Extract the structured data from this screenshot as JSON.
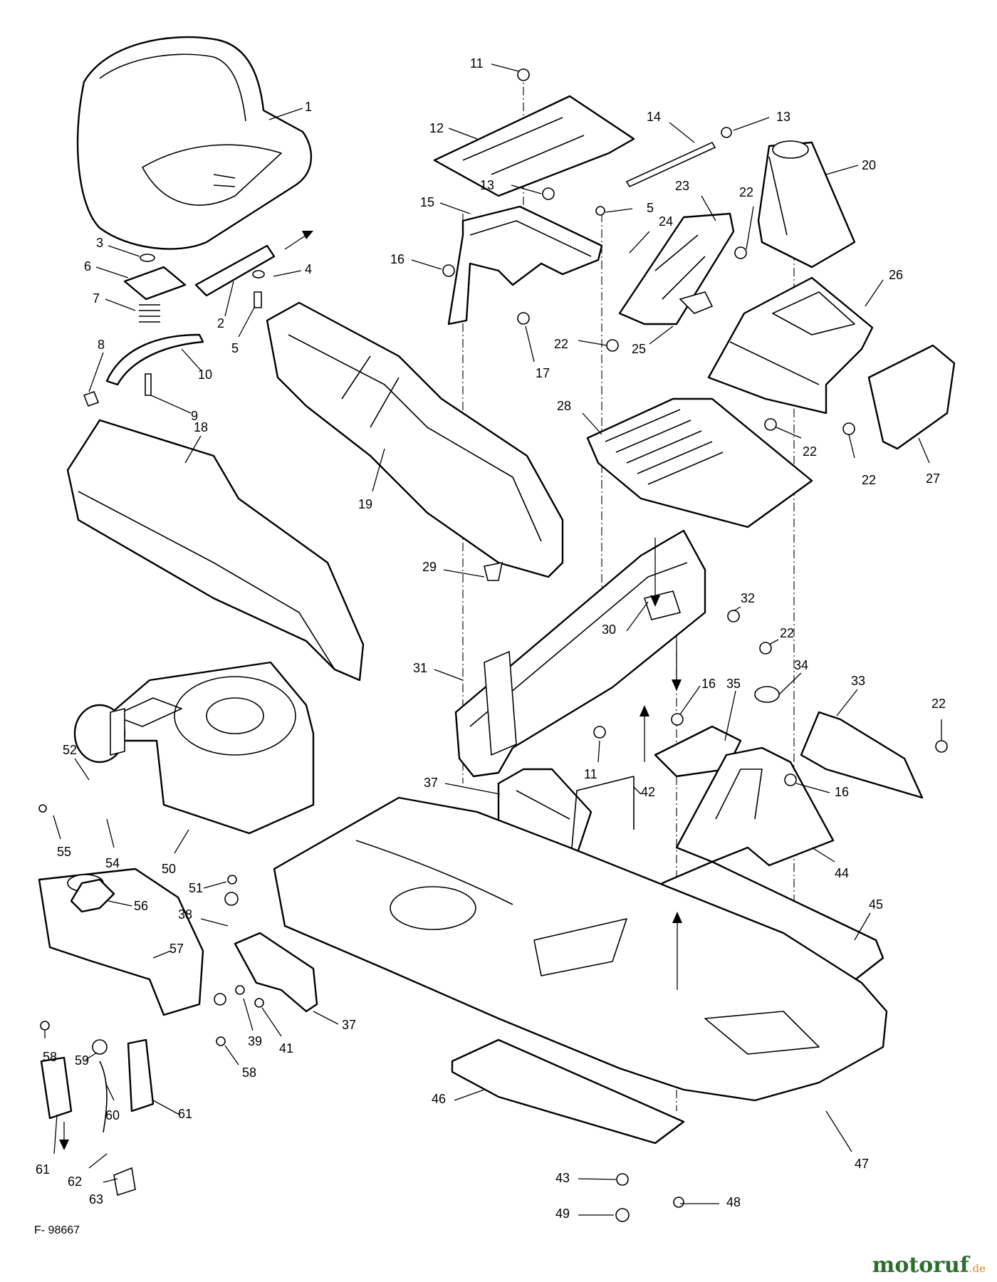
{
  "figure_ref": "F- 98667",
  "watermark": {
    "name": "motoruf",
    "tld": ".de",
    "color_main": "#2c6f2a",
    "color_tld": "#e08a1e"
  },
  "callouts": {
    "c1": "1",
    "c2": "2",
    "c3": "3",
    "c4": "4",
    "c5a": "5",
    "c5b": "5",
    "c6": "6",
    "c7": "7",
    "c8": "8",
    "c9": "9",
    "c10": "10",
    "c11a": "11",
    "c11b": "11",
    "c12": "12",
    "c13a": "13",
    "c13b": "13",
    "c14": "14",
    "c15": "15",
    "c16a": "16",
    "c16b": "16",
    "c16c": "16",
    "c17": "17",
    "c18": "18",
    "c19": "19",
    "c20": "20",
    "c22a": "22",
    "c22b": "22",
    "c22c": "22",
    "c22d": "22",
    "c22e": "22",
    "c22f": "22",
    "c23": "23",
    "c24": "24",
    "c25": "25",
    "c26": "26",
    "c27": "27",
    "c28": "28",
    "c29": "29",
    "c30": "30",
    "c31": "31",
    "c32": "32",
    "c33": "33",
    "c34": "34",
    "c35": "35",
    "c37a": "37",
    "c37b": "37",
    "c38": "38",
    "c39": "39",
    "c41": "41",
    "c42": "42",
    "c43": "43",
    "c44": "44",
    "c45": "45",
    "c46": "46",
    "c47": "47",
    "c48": "48",
    "c49": "49",
    "c50": "50",
    "c51": "51",
    "c52": "52",
    "c54": "54",
    "c55": "55",
    "c56": "56",
    "c57": "57",
    "c58a": "58",
    "c58b": "58",
    "c59": "59",
    "c60": "60",
    "c61a": "61",
    "c61b": "61",
    "c62": "62",
    "c63": "63"
  }
}
